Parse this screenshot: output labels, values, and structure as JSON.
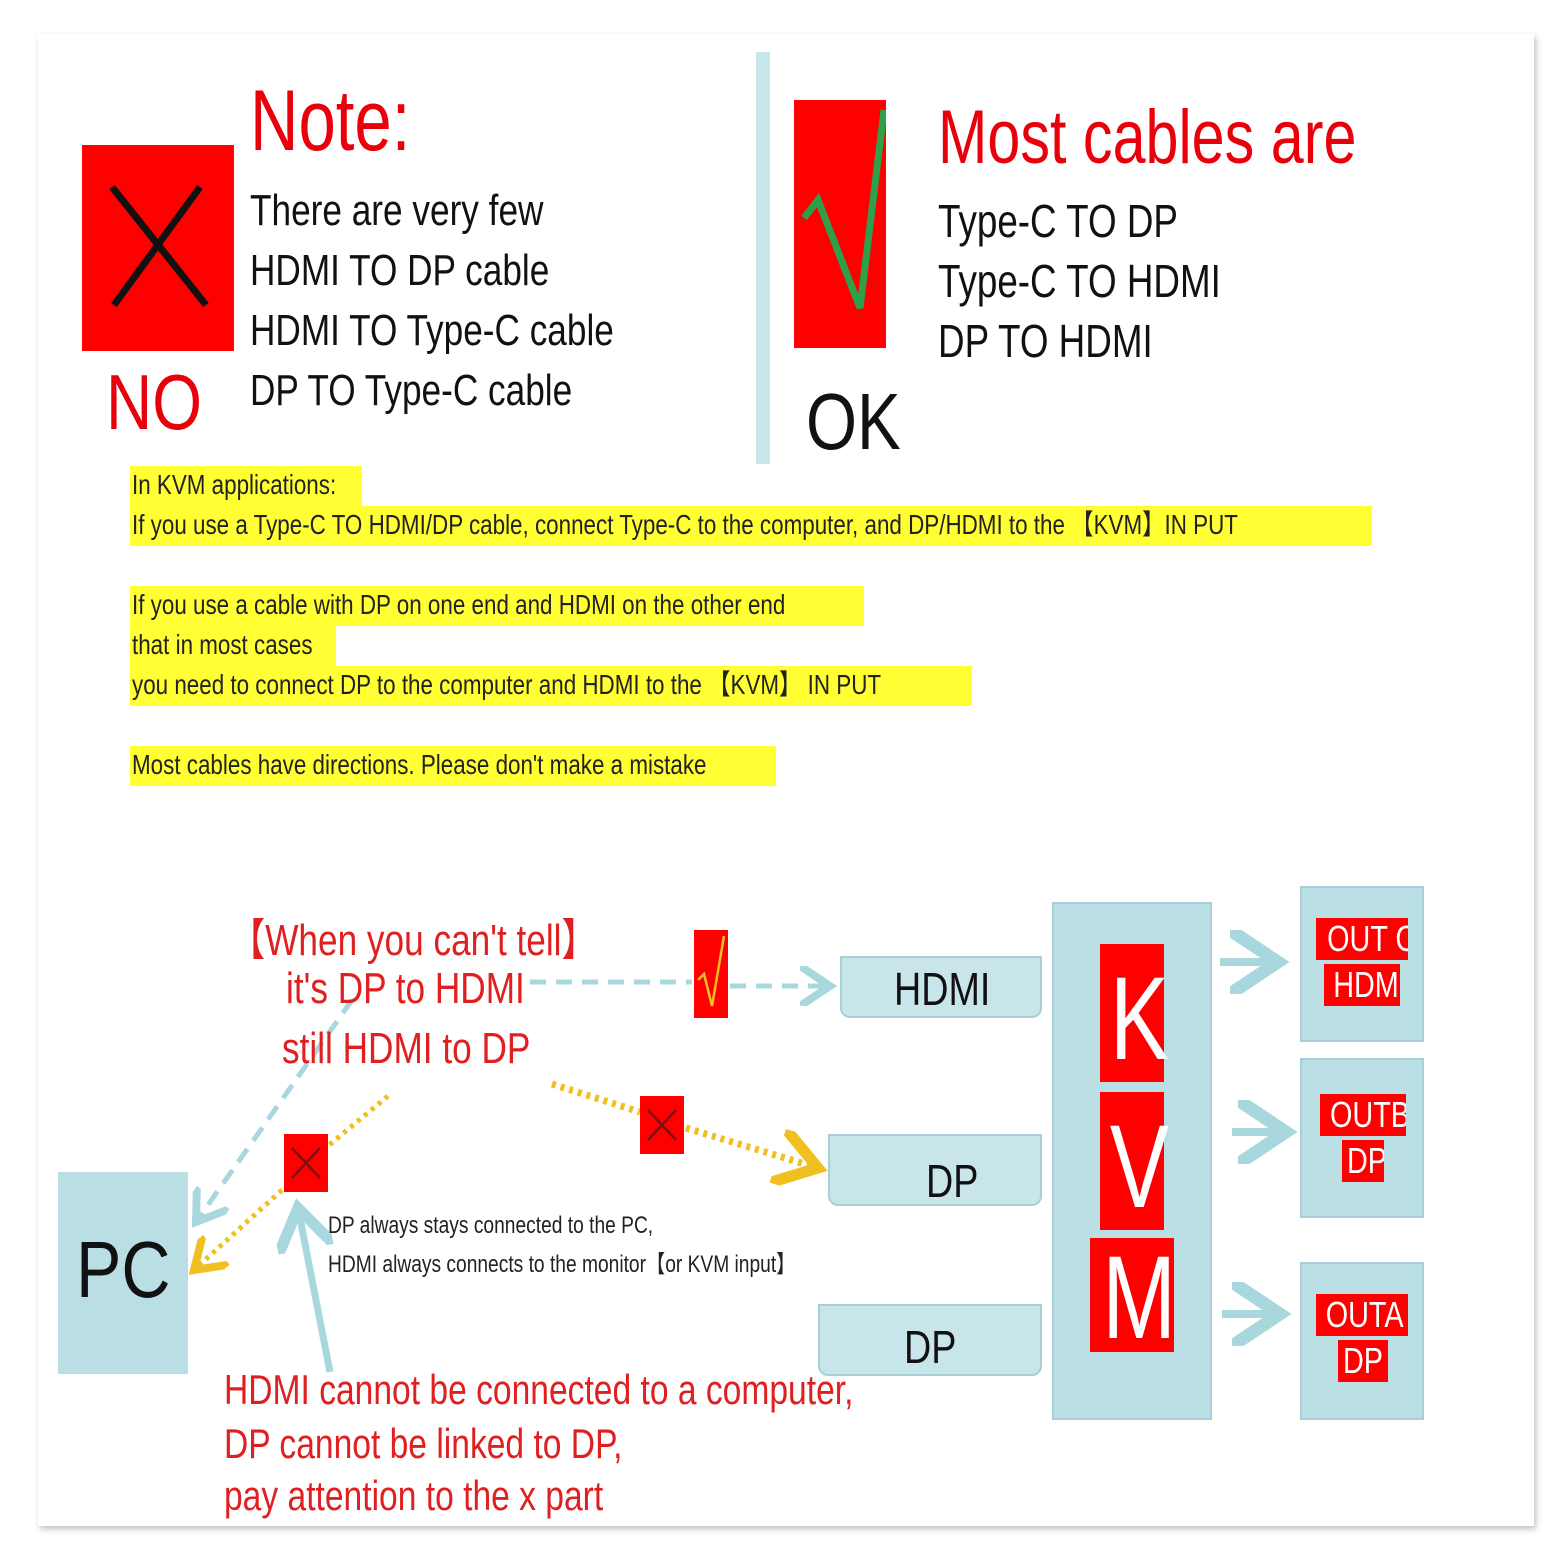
{
  "no_section": {
    "title": "Note:",
    "status": "NO",
    "lines": [
      "There are very few",
      "HDMI TO DP cable",
      "HDMI TO Type-C cable",
      "DP TO Type-C cable"
    ]
  },
  "ok_section": {
    "title": "Most cables are",
    "status": "OK",
    "lines": [
      "Type-C TO DP",
      "Type-C TO HDMI",
      "DP TO HDMI"
    ]
  },
  "kvm_notes": {
    "line1": "In KVM applications:",
    "line2": "If you use a Type-C TO HDMI/DP cable, connect Type-C to the computer, and DP/HDMI to the 【KVM】IN PUT",
    "line3": "If you use a cable with DP on one end and HDMI on the other end",
    "line4": "that in most cases",
    "line5": "you need to connect DP to the computer and HDMI to the 【KVM】 IN PUT",
    "line6": "Most cables have directions. Please don't make a mistake"
  },
  "diagram": {
    "question": [
      "【When you can't tell】",
      "it's DP to HDMI",
      "still HDMI to DP"
    ],
    "pc_label": "PC",
    "inputs": [
      "HDMI",
      "DP",
      "DP"
    ],
    "kvm_letters": [
      "K",
      "V",
      "M"
    ],
    "outputs": [
      {
        "line1": "OUT C",
        "line2": "HDMI"
      },
      {
        "line1": "OUTB",
        "line2": "DP"
      },
      {
        "line1": "OUTA",
        "line2": "DP"
      }
    ],
    "rule_note": [
      "DP always stays connected to the PC,",
      "HDMI always connects to the monitor【or KVM input】"
    ],
    "warning": [
      "HDMI cannot be connected to a computer,",
      "DP cannot be linked to DP,",
      "pay attention to the x part"
    ],
    "colors": {
      "red": "#ff0000",
      "panel": "#b9dfe5",
      "arrow_blue": "#a8d8de",
      "arrow_yellow": "#f0c020",
      "highlight": "#ffff33"
    }
  }
}
